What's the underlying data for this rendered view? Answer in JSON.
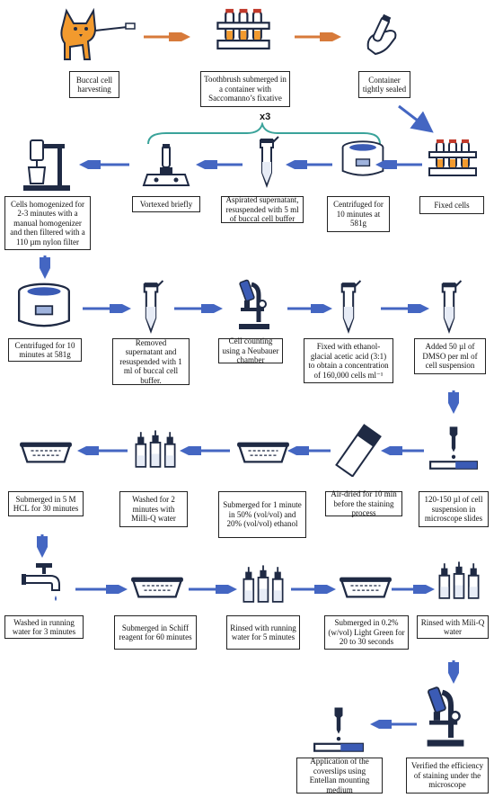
{
  "repeat_label": "x3",
  "colors": {
    "orange_arrow": "#d77a3a",
    "blue_arrow": "#4466c2",
    "dark": "#1f2a44",
    "accent_orange": "#f29a2e",
    "accent_blue": "#3b5bb5"
  },
  "steps": {
    "s1": "Buccal cell harvesting",
    "s2": "Toothbrush submerged in a container with Saccomanno’s fixative",
    "s3": "Container tightly sealed",
    "s4": "Fixed cells",
    "s5": "Centrifuged for 10 minutes at 581g",
    "s6": "Aspirated supernatant, resuspended with 5 ml of buccal cell buffer",
    "s7": "Vortexed briefly",
    "s8": "Cells homogenized for 2-3 minutes with a manual homogenizer and then filtered with a 110 µm nylon filter",
    "s9": "Centrifuged for 10 minutes at 581g",
    "s10": "Removed supernatant and resuspended with 1 ml of buccal cell buffer.",
    "s11": "Cell counting using a Neubauer chamber",
    "s12": "Fixed with ethanol-glacial acetic acid (3:1) to obtain a concentration of 160,000 cells ml⁻¹",
    "s13": "Added 50 µl of DMSO per ml of cell suspension",
    "s14": "120-150 µl of cell suspension in microscope slides",
    "s15": "Air-dried for 10 min before the staining process",
    "s16": "Submerged for 1 minute in 50% (vol/vol) and 20% (vol/vol) ethanol",
    "s17": "Washed for 2 minutes with Milli-Q water",
    "s18": "Submerged in 5 M HCL for 30 minutes",
    "s19": "Washed in running water for 3 minutes",
    "s20": "Submerged in Schiff reagent for 60 minutes",
    "s21": "Rinsed with running water for 5 minutes",
    "s22": "Submerged in 0.2% (w/vol) Light Green for 20 to 30 seconds",
    "s23": "Rinsed with Mili-Q water",
    "s24": "Verified the efficiency of staining under the microscope",
    "s25": "Application of the coverslips using Entellan mounting medium"
  },
  "icons": {
    "s1": "dog-icon",
    "s2": "test-tube-rack-icon",
    "s3": "sealed-tube-hand-icon",
    "s4": "test-tube-rack-icon",
    "s5": "centrifuge-icon",
    "s6": "microcentrifuge-tube-icon",
    "s7": "vortex-mixer-icon",
    "s8": "homogenizer-icon",
    "s9": "centrifuge-icon",
    "s10": "microcentrifuge-tube-icon",
    "s11": "microscope-icon",
    "s12": "microcentrifuge-tube-icon",
    "s13": "microcentrifuge-tube-icon",
    "s14": "dropper-slide-icon",
    "s15": "microscope-slide-icon",
    "s16": "staining-tray-icon",
    "s17": "wash-bottles-icon",
    "s18": "staining-tray-icon",
    "s19": "faucet-icon",
    "s20": "staining-tray-icon",
    "s21": "wash-bottles-icon",
    "s22": "staining-tray-icon",
    "s23": "wash-bottles-icon",
    "s24": "microscope-icon",
    "s25": "dropper-slide-icon"
  }
}
